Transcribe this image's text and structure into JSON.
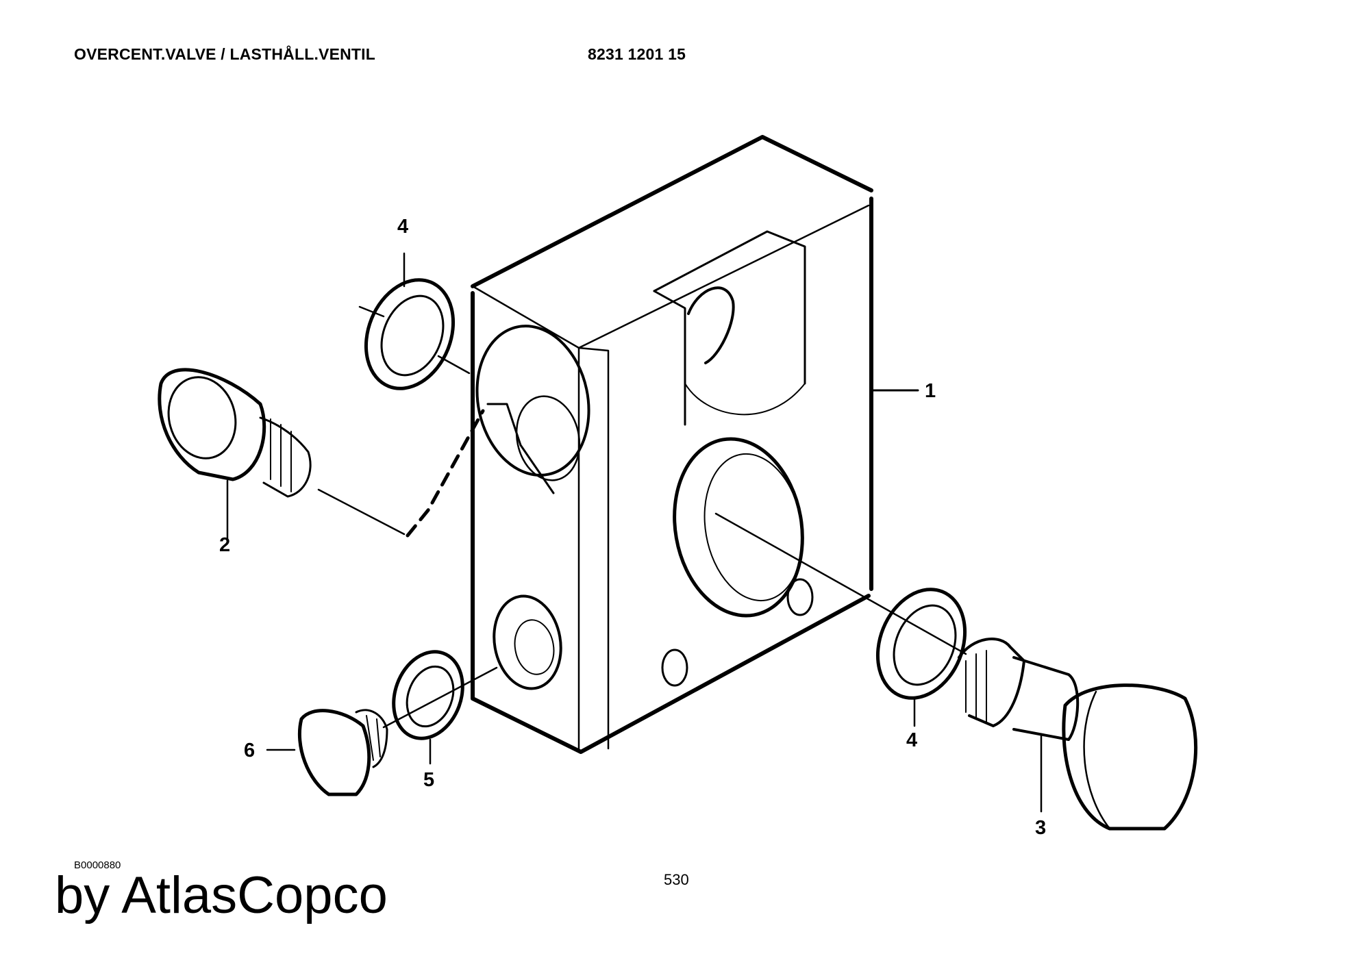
{
  "header": {
    "title": "OVERCENT.VALVE / LASTHÅLL.VENTIL",
    "part_number": "8231 1201 15"
  },
  "footer": {
    "drawing_id": "B0000880",
    "page_number": "530",
    "credit": "by AtlasCopco"
  },
  "callouts": {
    "body": "1",
    "plug_top_left": "2",
    "plug_right": "3",
    "washer_top": "4",
    "washer_right": "4",
    "washer_small": "5",
    "plug_small": "6"
  }
}
